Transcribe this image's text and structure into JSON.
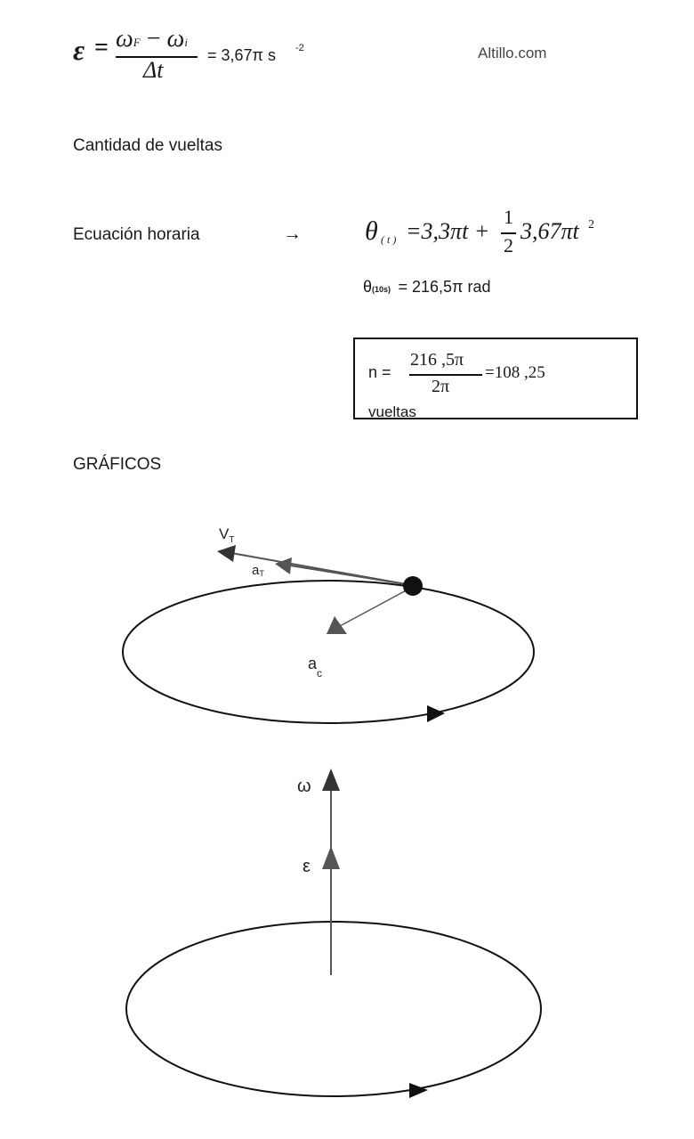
{
  "watermark": "Altillo.com",
  "eq1": {
    "lhs": "ε",
    "eq": "=",
    "num_w": "ω",
    "num_f": "F",
    "num_minus": "−",
    "num_i": "i",
    "den": "Δt",
    "result": "= 3,67π s",
    "result_exp": "-2"
  },
  "section_vueltas": "Cantidad de vueltas",
  "ecuacion": {
    "label": "Ecuación horaria",
    "arrow": "→",
    "theta": "θ",
    "theta_sub": "( t )",
    "rhs_a": "=3,3πt +",
    "half_num": "1",
    "half_den": "2",
    "rhs_b": "3,67πt",
    "rhs_exp": "2"
  },
  "theta_value": {
    "theta": "θ",
    "sub": "(10s)",
    "rest": "= 216,5π rad"
  },
  "n_box": {
    "prefix": "n =",
    "num": "216 ,5π",
    "den": "2π",
    "result": "=108 ,25",
    "unit": "vueltas"
  },
  "section_graficos": "GRÁFICOS",
  "diagram1": {
    "vt": "V",
    "vt_sub": "T",
    "at": "a",
    "at_sub": "T",
    "ac": "a",
    "ac_sub": "c"
  },
  "diagram2": {
    "omega": "ω",
    "epsilon": "ε"
  },
  "colors": {
    "ink": "#111111",
    "vector": "#555555"
  }
}
